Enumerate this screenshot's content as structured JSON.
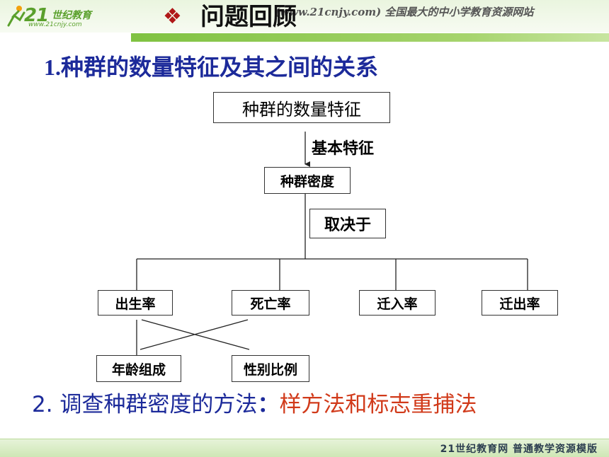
{
  "header": {
    "logo_number": "21",
    "logo_text": "世纪教育",
    "logo_url": "www.21cnjy.com",
    "section_title": "问题回顾",
    "watermark": "(www.21cnjy.com) 全国最大的中小学教育资源网站"
  },
  "heading1": {
    "number": "1.",
    "text": "种群的数量特征及其之间的关系"
  },
  "diagram": {
    "top": "种群的数量特征",
    "relation_basic": "基本特征",
    "density": "种群密度",
    "depends_on": "取决于",
    "rates": [
      "出生率",
      "死亡率",
      "迁入率",
      "迁出率"
    ],
    "structure": [
      "年龄组成",
      "性别比例"
    ]
  },
  "question2": {
    "prefix": "2. 调查种群密度的方法",
    "colon": "：",
    "answer": "样方法和标志重捕法"
  },
  "footer": {
    "text": "21世纪教育网   普通教学资源模版"
  },
  "colors": {
    "heading": "#1c2a9a",
    "answer": "#d13a1a",
    "accent_green": "#7fc241",
    "diamond": "#b01818"
  }
}
